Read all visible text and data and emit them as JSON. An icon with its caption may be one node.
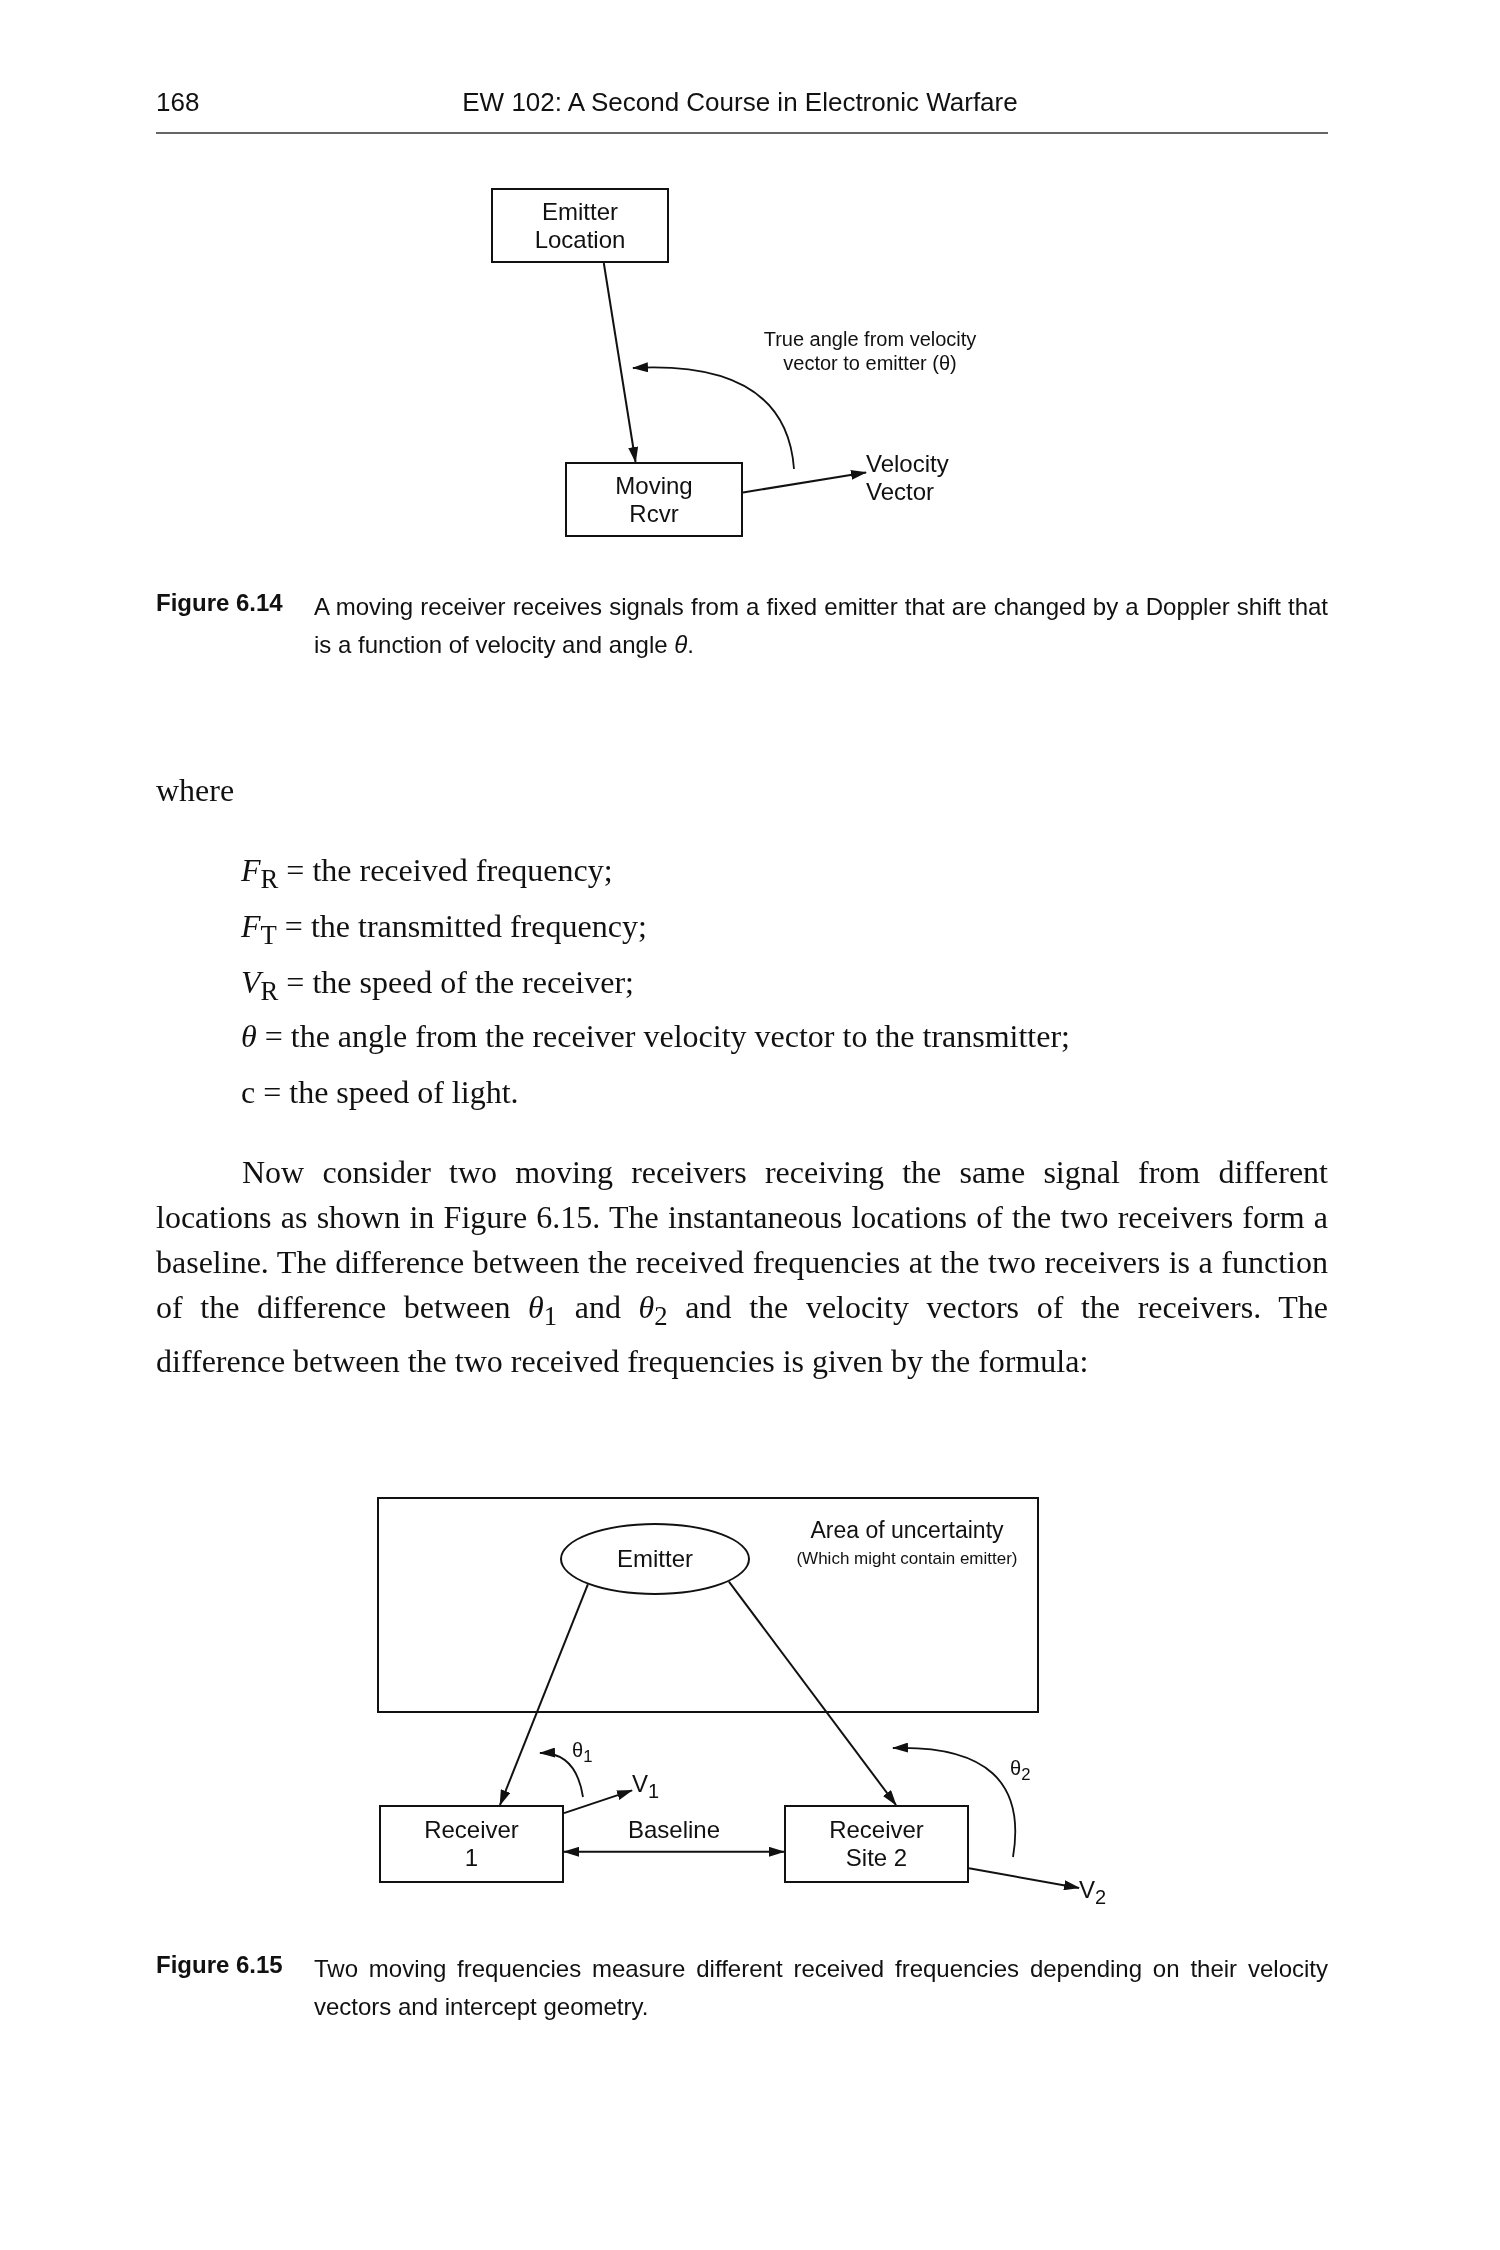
{
  "diagram": {
    "nodes": [
      {
        "text": [
          "Emitter Location"
        ]
      },
      {
        "text": [
          "Moving Rcvr"
        ]
      },
      {
        "text": [
          "Velocity Vector"
        ]
      },
      {
        "text": [
          "Area of uncertainty",
          "(Which might contain emitter)"
        ]
      },
      {
        "text": [
          "Emitter"
        ],
        "in": 3
      },
      {
        "text": [
          "Receiver 1"
        ]
      },
      {
        "text": [
          "Receiver Site 2"
        ]
      },
      {
        "text": [
          "V$_{1}$"
        ]
      },
      {
        "text": [
          "V$_{2}$"
        ]
      }
    ],
    "edges": [
      {
        "from": 0,
        "to": 1,
        "arrow": "to"
      },
      {
        "from": 1,
        "to": 2,
        "arrow": "to"
      },
      {
        "from": 4,
        "to": 5,
        "arrow": "to"
      },
      {
        "from": 4,
        "to": 6,
        "arrow": "to"
      },
      {
        "from": 5,
        "to": 7,
        "arrow": "to"
      },
      {
        "from": 5,
        "to": 6,
        "arrow": "both",
        "label": "Baseline"
      },
      {
        "from": 6,
        "to": 8,
        "arrow": "to"
      }
    ],
    "labels": [
      "168",
      "EW 102: A Second Course in Electronic Warfare",
      "True angle from velocity vector to emitter (θ)",
      "Figure 6.14",
      "A moving receiver receives signals from a fixed emitter that are changed by a Doppler shift that is a function of velocity and angle *θ*.",
      "where",
      "*F*$_{R}$ = the received frequency;",
      "*F*$_{T}$ = the transmitted frequency;",
      "*V*$_{R}$ = the speed of the receiver;",
      "*θ* = the angle from the receiver velocity vector to the transmitter;",
      "c = the speed of light.",
      "Now consider two moving receivers receiving the same signal from different locations as shown in Figure 6.15. The instantaneous locations of the two receivers form a baseline. The difference between the received frequencies at the two receivers is a function of the difference between *θ*$_{1}$ and *θ*$_{2}$ and the velocity vectors of the receivers. The difference between the two received frequencies is given by the formula:",
      "θ$_{1}$",
      "θ$_{2}$",
      "Figure 6.15",
      "Two moving frequencies measure different received frequencies depending on their velocity vectors and intercept geometry."
    ]
  }
}
